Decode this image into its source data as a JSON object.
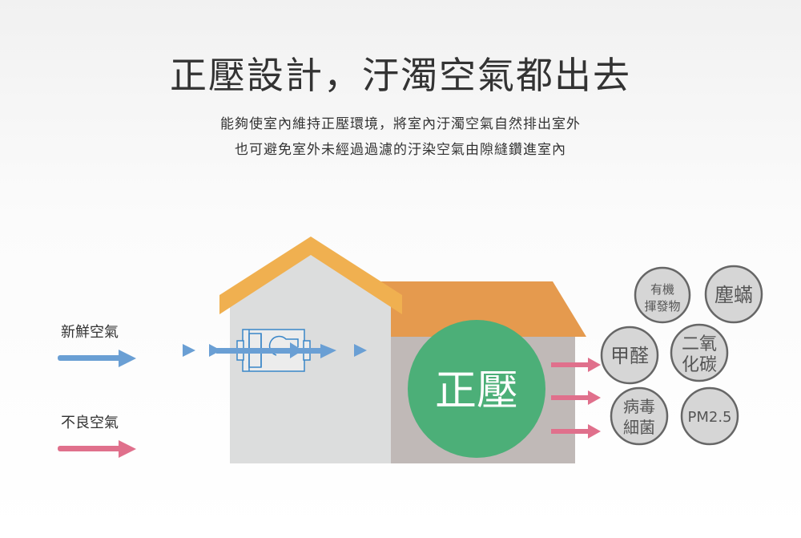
{
  "title": "正壓設計，汙濁空氣都出去",
  "subtitle_lines": [
    "能夠使室內維持正壓環境，將室內汙濁空氣自然排出室外",
    "也可避免室外未經過過濾的汙染空氣由隙縫鑽進室內"
  ],
  "legend": {
    "fresh_air": "新鮮空氣",
    "bad_air": "不良空氣"
  },
  "center_label": "正壓",
  "pollutants": [
    {
      "line1": "有機",
      "line2": "揮發物"
    },
    {
      "line1": "塵蟎"
    },
    {
      "line1": "甲醛"
    },
    {
      "line1": "二氧",
      "line2": "化碳"
    },
    {
      "line1": "病毒",
      "line2": "細菌"
    },
    {
      "line1": "PM2.5"
    }
  ],
  "colors": {
    "fresh": "#6a9fd4",
    "bad": "#e0708c",
    "green": "#4caf78",
    "roof1": "#f0b050",
    "roof2": "#e59a4e"
  }
}
